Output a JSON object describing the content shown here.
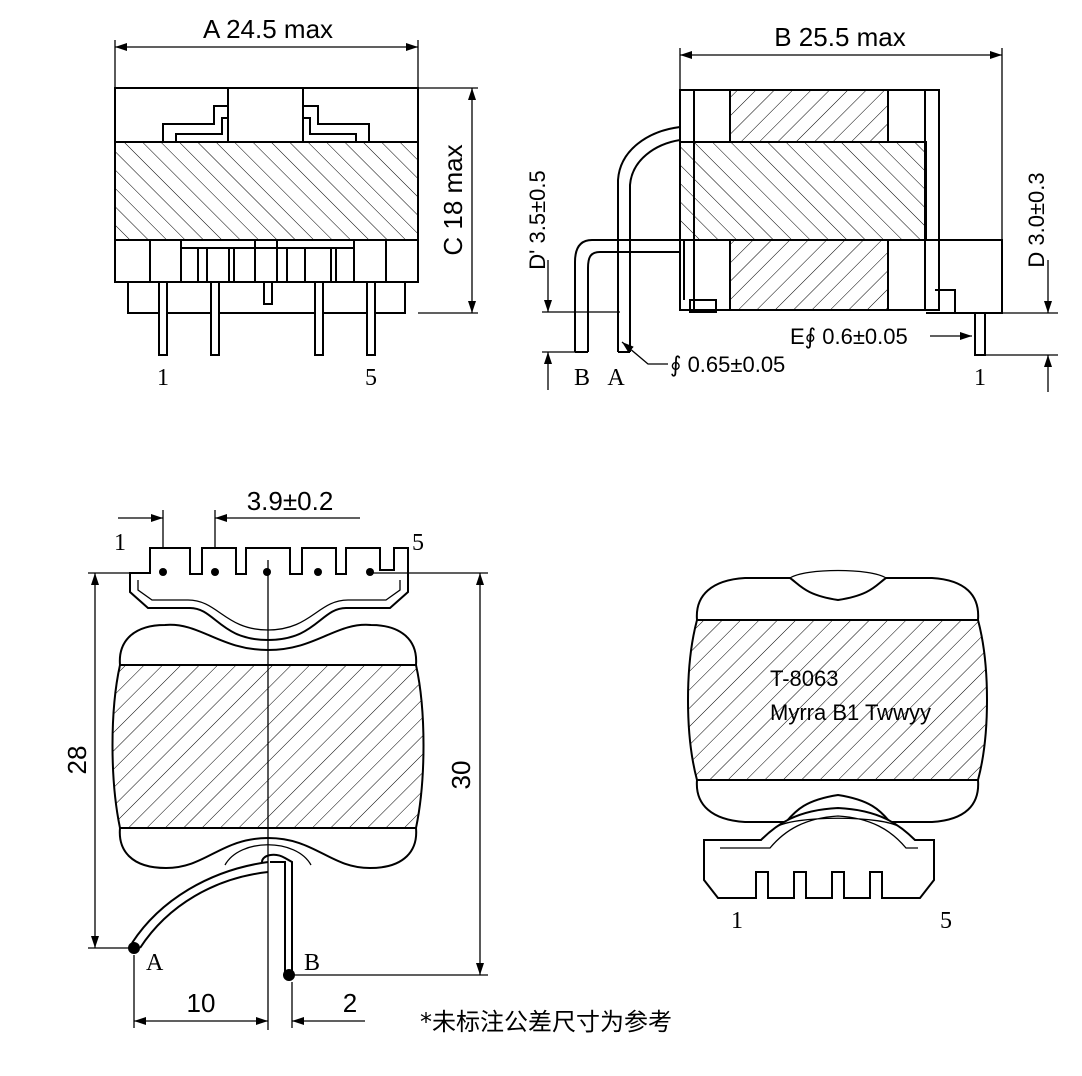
{
  "front_view": {
    "width_label": "A 24.5 max",
    "height_label": "C 18 max",
    "pin_first": "1",
    "pin_last": "5"
  },
  "side_view": {
    "length_label": "B 25.5 max",
    "standoff_left_label": "D' 3.5±0.5",
    "standoff_right_label": "D 3.0±0.3",
    "pin_dia_label": "E∮ 0.6±0.05",
    "wire_dia_label": "∮ 0.65±0.05",
    "lead_b": "B",
    "lead_a": "A",
    "pin_1": "1"
  },
  "bottom_view": {
    "pitch_label": "3.9±0.2",
    "pin_first": "1",
    "pin_last": "5",
    "depth_short_label": "28",
    "depth_long_label": "30",
    "lead_a": "A",
    "lead_b": "B",
    "offset_a_label": "10",
    "offset_b_label": "2"
  },
  "top_view": {
    "marking_line1": "T-8063",
    "marking_line2": "Myrra B1 Twwyy",
    "pin_first": "1",
    "pin_last": "5"
  },
  "note": "*未标注公差尺寸为参考"
}
